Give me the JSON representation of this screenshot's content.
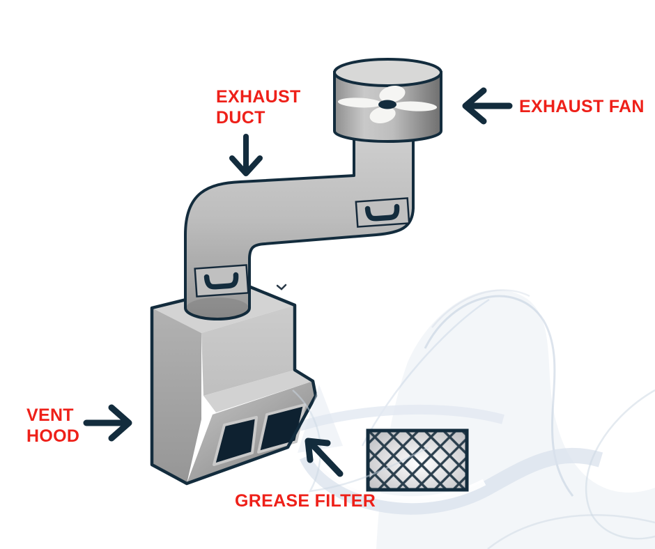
{
  "diagram": {
    "callouts": [
      {
        "id": "exhaust-duct",
        "line1": "EXHAUST",
        "line2": "DUCT",
        "arrow_icon": "down-arrow-icon"
      },
      {
        "id": "exhaust-fan",
        "line1": "EXHAUST FAN",
        "line2": "",
        "arrow_icon": "left-arrow-icon"
      },
      {
        "id": "vent-hood",
        "line1": "VENT",
        "line2": "HOOD",
        "arrow_icon": "right-arrow-icon"
      },
      {
        "id": "grease-filter",
        "line1": "GREASE FILTER",
        "line2": "",
        "arrow_icon": "up-left-arrow-icon"
      }
    ],
    "colors": {
      "label_red": "#ee2019",
      "outline_navy": "#132c3d",
      "metal_light": "#cdcdcd",
      "metal_mid": "#b0b0b0",
      "metal_dark": "#8f8f8f",
      "filter_opening_dark": "#0e2130",
      "smoke_tint": "#dfe7f0",
      "background": "#ffffff"
    },
    "icons": {
      "fan": "fan-blades-icon",
      "duct_access_panel": "handle-icon",
      "grease_filter_swatch": "mesh-pattern",
      "smoke": "smoke-graphic"
    }
  }
}
